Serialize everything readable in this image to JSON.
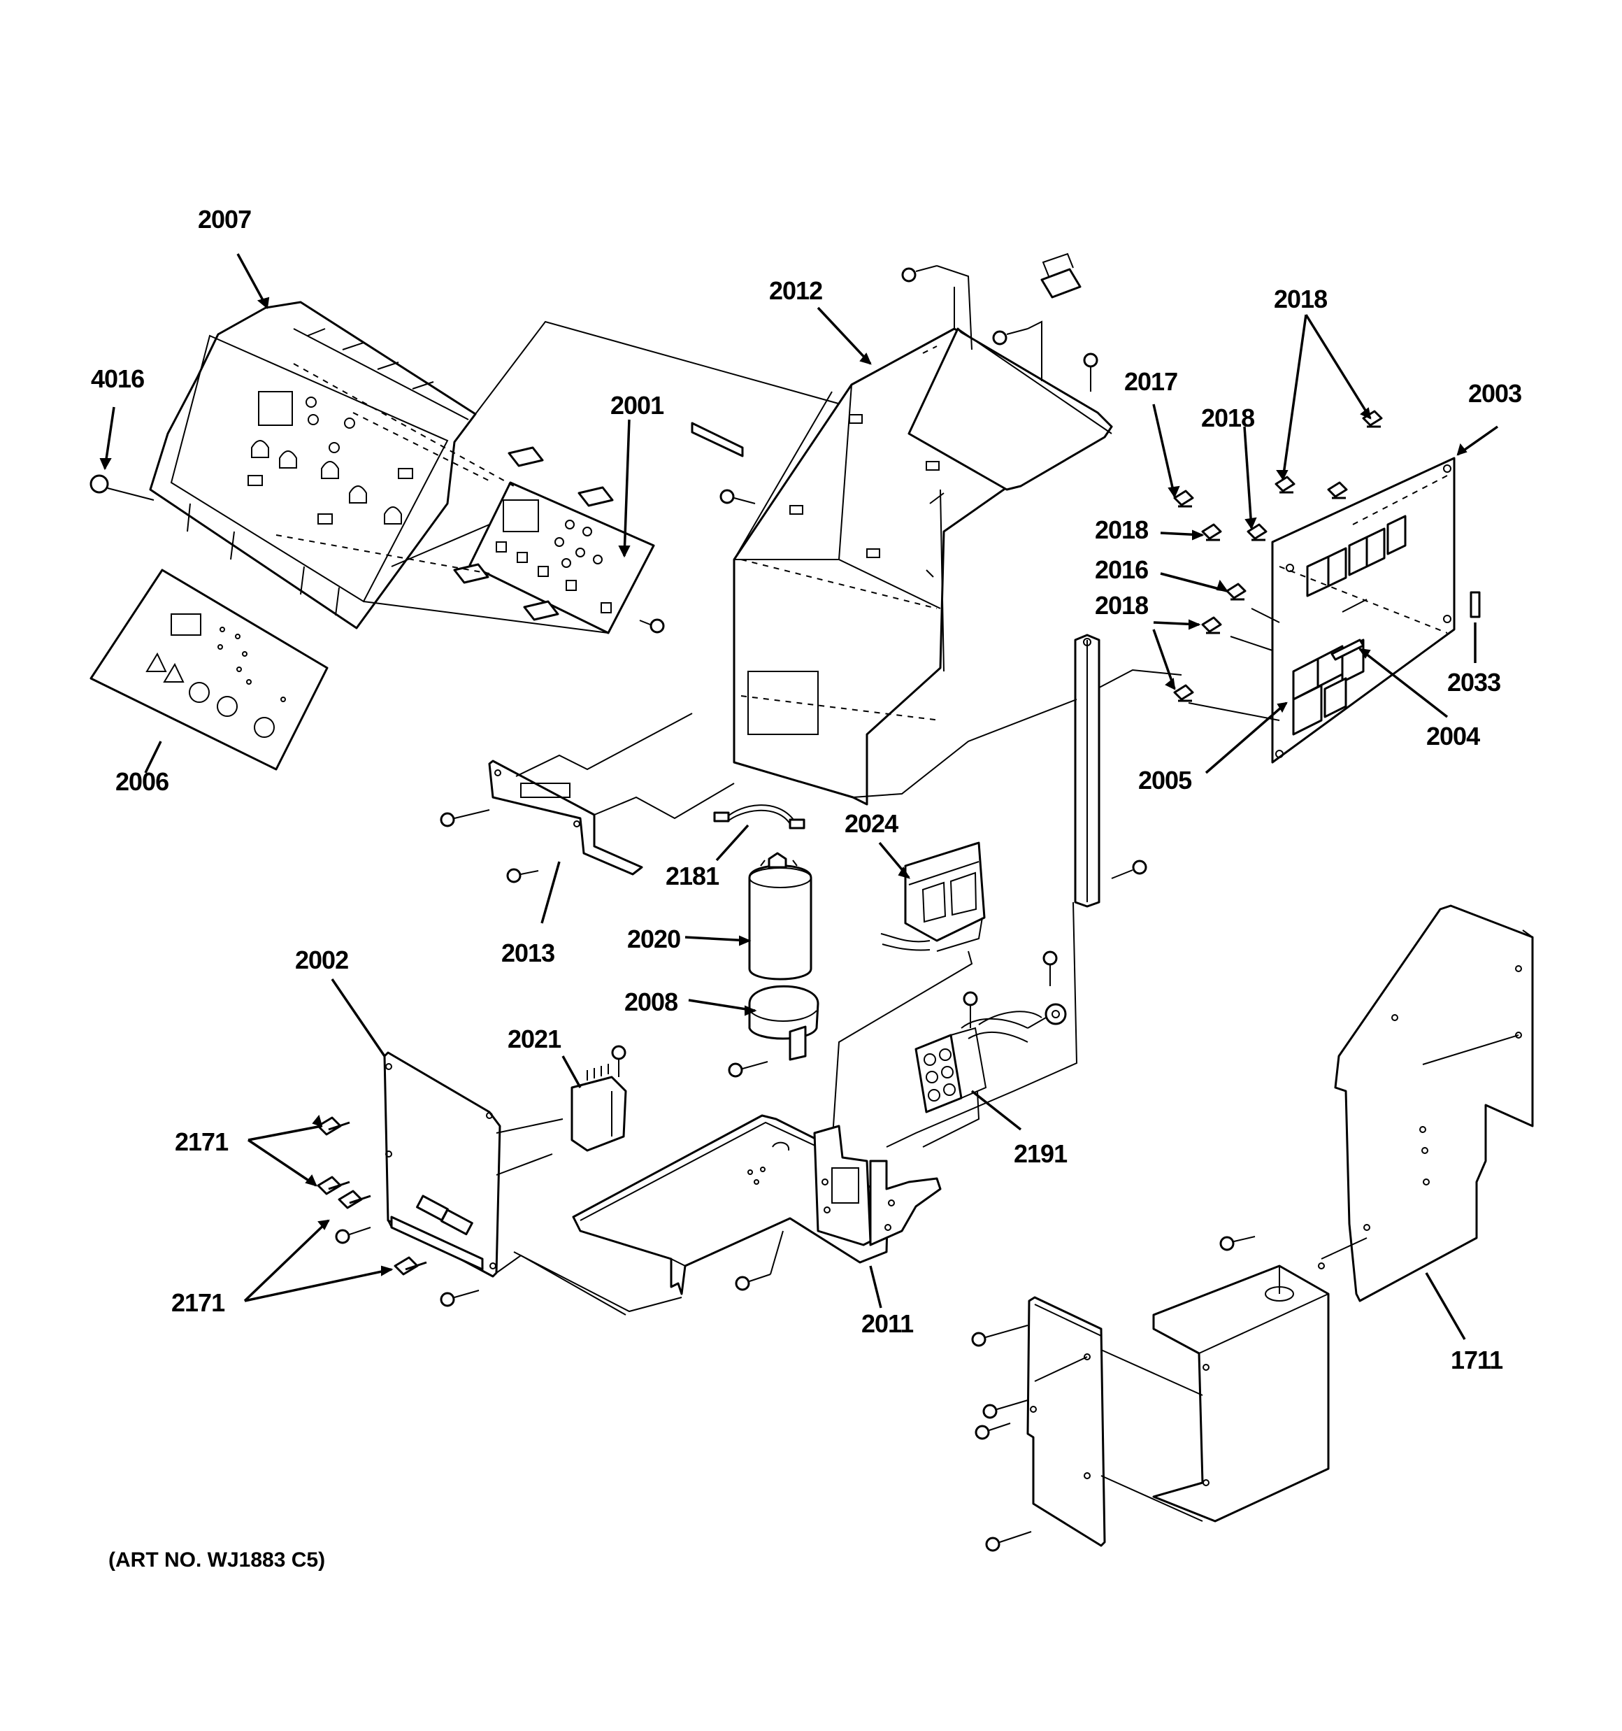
{
  "diagram": {
    "labels": {
      "l2007": "2007",
      "l4016": "4016",
      "l2001": "2001",
      "l2006": "2006",
      "l2012": "2012",
      "l2018a": "2018",
      "l2017": "2017",
      "l2018b": "2018",
      "l2003": "2003",
      "l2018c": "2018",
      "l2016": "2016",
      "l2018d": "2018",
      "l2033": "2033",
      "l2004": "2004",
      "l2005": "2005",
      "l2013": "2013",
      "l2181": "2181",
      "l2024": "2024",
      "l2020": "2020",
      "l2008": "2008",
      "l2002": "2002",
      "l2021": "2021",
      "l2191": "2191",
      "l2171a": "2171",
      "l2171b": "2171",
      "l2011": "2011",
      "l1711": "1711"
    },
    "art_number": "(ART NO. WJ1883 C5)"
  }
}
